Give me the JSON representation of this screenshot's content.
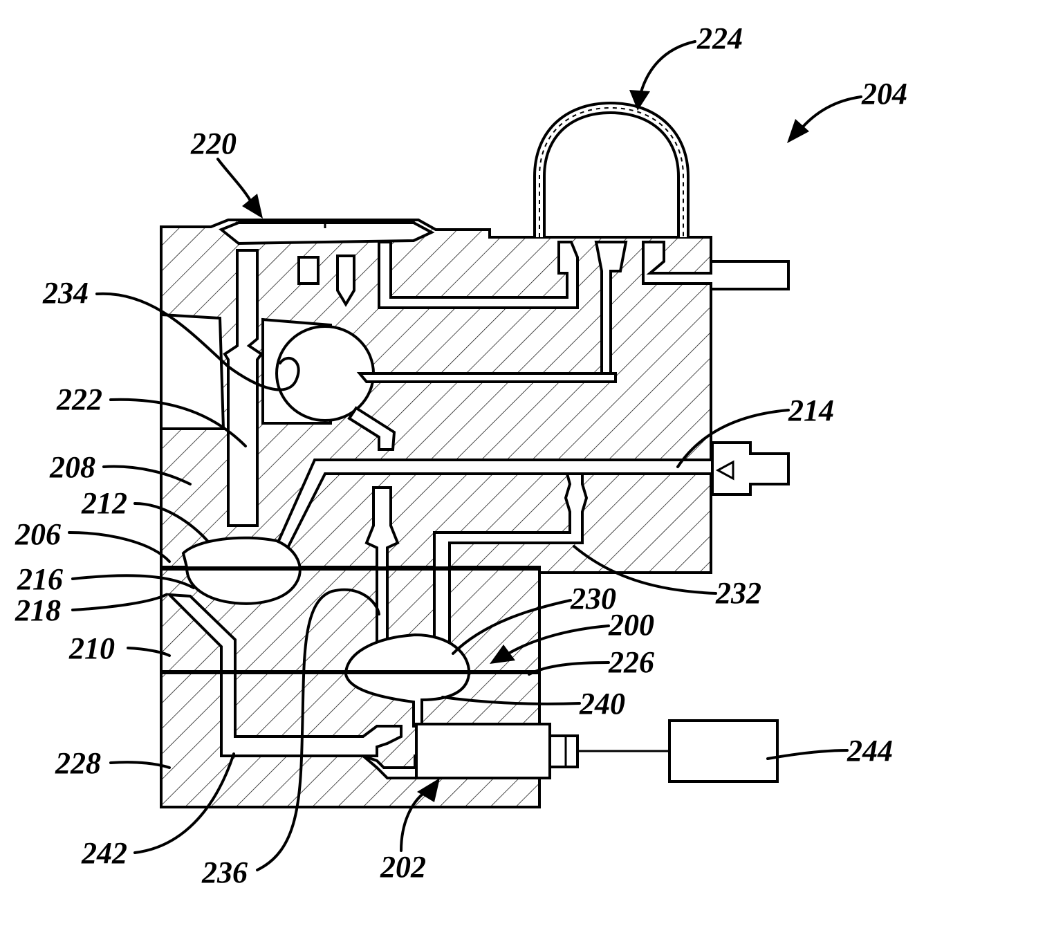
{
  "figure": {
    "reference_numerals": {
      "r200": "200",
      "r202": "202",
      "r204": "204",
      "r206": "206",
      "r208": "208",
      "r210": "210",
      "r212": "212",
      "r214": "214",
      "r216": "216",
      "r218": "218",
      "r220": "220",
      "r222": "222",
      "r224": "224",
      "r226": "226",
      "r228": "228",
      "r230": "230",
      "r232": "232",
      "r234": "234",
      "r236": "236",
      "r240": "240",
      "r242": "242",
      "r244": "244"
    }
  }
}
